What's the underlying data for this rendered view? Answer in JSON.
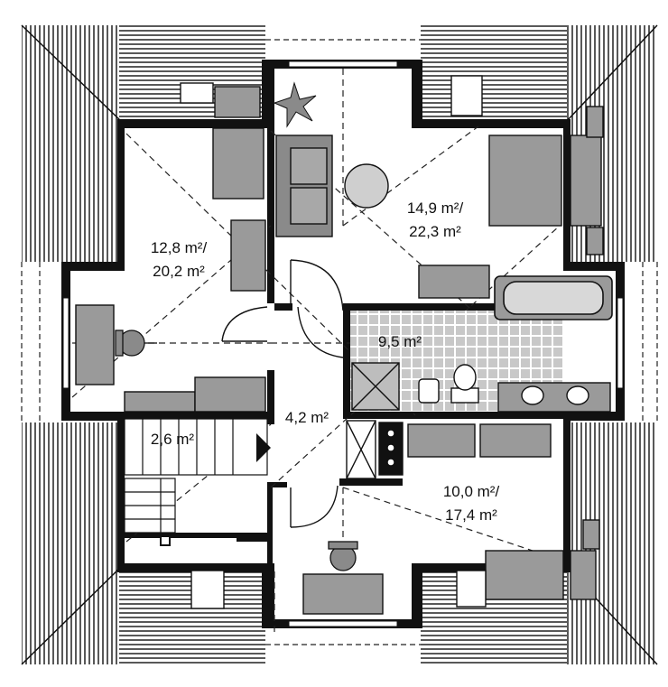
{
  "colors": {
    "wall": "#111111",
    "roof_line": "#111111",
    "furniture_fill": "#9a9a9a",
    "furniture_dark": "#6e6e6e",
    "tile_grid": "#a8a8a8",
    "floor": "#ffffff",
    "dashed_line": "#222222"
  },
  "rooms": {
    "bedroom_left": {
      "line1": "12,8 m²/",
      "line2": "20,2 m²"
    },
    "bedroom_top_right": {
      "line1": "14,9 m²/",
      "line2": "22,3 m²"
    },
    "bathroom": {
      "line1": "9,5 m²"
    },
    "hall": {
      "line1": "4,2 m²"
    },
    "stair": {
      "line1": "2,6 m²"
    },
    "bedroom_bottom_right": {
      "line1": "10,0 m²/",
      "line2": "17,4 m²"
    }
  },
  "icons": {
    "plant": "plant-icon",
    "chair": "chair-icon",
    "toilet": "toilet-icon",
    "bathtub": "bathtub-icon",
    "sink": "sink-icon",
    "shower": "shower-icon",
    "stove": "stove-icon",
    "stair_arrow": "arrow-right-icon"
  }
}
